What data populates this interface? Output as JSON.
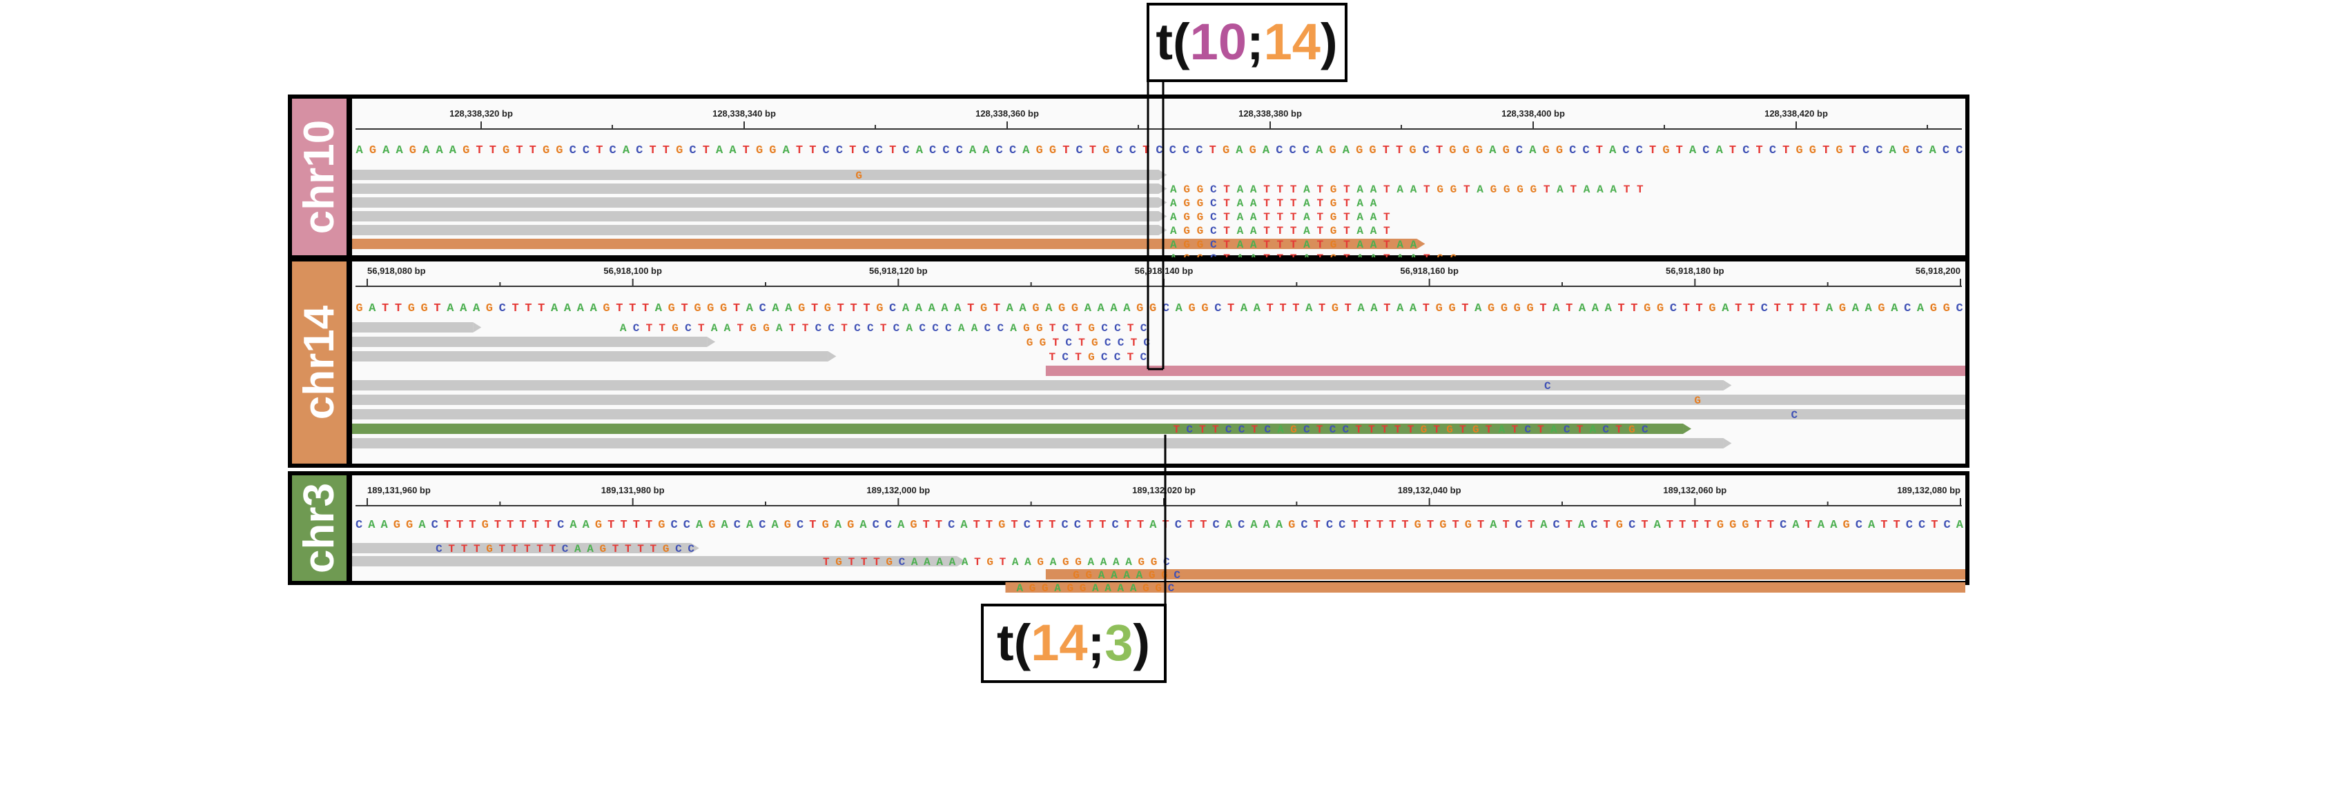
{
  "colors": {
    "base_A": "#4caf50",
    "base_C": "#3f51b5",
    "base_G": "#e67e22",
    "base_T": "#e53935",
    "read_gray": "#c8c8c8",
    "read_pink": "#d4899b",
    "read_orange": "#d98e5a",
    "read_green": "#6f9a52",
    "label_chr10_bg": "#d690a3",
    "label_chr14_bg": "#d9915c",
    "label_chr3_bg": "#6f9a52",
    "callout_chr10_color": "#b5549a",
    "callout_chr14_color": "#f39c4a",
    "callout_chr3_color": "#8fbf5a"
  },
  "callouts": {
    "top": {
      "prefix": "t(",
      "a": "10",
      "sep": ";",
      "b": "14",
      "suffix": ")"
    },
    "bottom": {
      "prefix": "t(",
      "a": "14",
      "sep": ";",
      "b": "3",
      "suffix": ")"
    }
  },
  "panels": [
    {
      "id": "chr10",
      "label": "chr10",
      "label_color_key": "label_chr10_bg",
      "ruler": [
        "128,338,320 bp",
        "128,338,340 bp",
        "128,338,360 bp",
        "128,338,380 bp",
        "128,338,400 bp",
        "128,338,420 bp"
      ],
      "reference": "AGAAGAAAGTTGTTGGCCTCACTTGCTAATGGATTCCTCCTCACCCAACCAGGTCTGCCTCCCCTGAGACCCAGAGGTTGCTGGGAGCAGGCCTACCTGTACATCTCTGGTGTCCAGCACC",
      "reads": [
        {
          "color": "read_gray",
          "start_frac": 0.0,
          "end_frac": 0.5,
          "seq": "G",
          "seq_frac": 0.31
        },
        {
          "color": "read_gray",
          "start_frac": 0.0,
          "end_frac": 0.5,
          "seq": "AGGCTAATTTATGTAATAATGGTAGGGGTATAAATT",
          "seq_frac": 0.505
        },
        {
          "color": "read_gray",
          "start_frac": 0.0,
          "end_frac": 0.5,
          "seq": "AGGCTAATTTATGTAA",
          "seq_frac": 0.505
        },
        {
          "color": "read_gray",
          "start_frac": 0.0,
          "end_frac": 0.5,
          "seq": "AGGCTAATTTATGTAAT",
          "seq_frac": 0.505
        },
        {
          "color": "read_gray",
          "start_frac": 0.0,
          "end_frac": 0.5,
          "seq": "AGGCTAATTTATGTAAT",
          "seq_frac": 0.505
        },
        {
          "color": "read_orange",
          "start_frac": 0.0,
          "end_frac": 0.66,
          "seq": "AGGCTAATTTATGTAATAA",
          "seq_frac": 0.505
        },
        {
          "color": "read_gray",
          "start_frac": 0.0,
          "end_frac": 0.0,
          "seq": "AGGCTAATTTATGTAATAATGG",
          "seq_frac": 0.505
        }
      ]
    },
    {
      "id": "chr14",
      "label": "chr14",
      "label_color_key": "label_chr14_bg",
      "ruler": [
        "56,918,080 bp",
        "56,918,100 bp",
        "56,918,120 bp",
        "56,918,140 bp",
        "56,918,160 bp",
        "56,918,180 bp",
        "56,918,200"
      ],
      "reference": "GATTGGTAAAGCTTTAAAAGTTTAGTGGGTACAAGTGTTTGCAAAAATGTAAGAGGAAAAGGCAGGCTAATTTATGTAATAATGGTAGGGGTATAAATTGGCTTGATTCTTTTAGAAGACAGGC",
      "reads": [
        {
          "color": "read_gray",
          "start_frac": 0.0,
          "end_frac": 0.075,
          "seq": "ACTTGCTAATGGATTCCTCCTCACCCAACCAGGTCTGCCTC",
          "seq_frac": 0.164
        },
        {
          "color": "read_gray",
          "start_frac": 0.0,
          "end_frac": 0.22,
          "seq": "GGTCTGCCTC",
          "seq_frac": 0.416
        },
        {
          "color": "read_gray",
          "start_frac": 0.0,
          "end_frac": 0.295,
          "seq": "TCTGCCTC",
          "seq_frac": 0.43
        },
        {
          "color": "read_pink",
          "start_frac": 0.43,
          "end_frac": 1.0,
          "seq": "",
          "seq_frac": 0.0
        },
        {
          "color": "read_gray",
          "start_frac": 0.0,
          "end_frac": 0.85,
          "seq": "C",
          "seq_frac": 0.737
        },
        {
          "color": "read_gray",
          "start_frac": 0.0,
          "end_frac": 1.0,
          "seq": "G",
          "seq_frac": 0.83
        },
        {
          "color": "read_gray",
          "start_frac": 0.0,
          "end_frac": 1.0,
          "seq": "C",
          "seq_frac": 0.89
        },
        {
          "color": "read_green",
          "start_frac": 0.0,
          "end_frac": 0.825,
          "seq": "TCTTCCTCAGCTCCTTTTTGTGTGTATCTACTACTGC",
          "seq_frac": 0.507
        },
        {
          "color": "read_gray",
          "start_frac": 0.0,
          "end_frac": 0.85,
          "seq": "",
          "seq_frac": 0.0
        }
      ]
    },
    {
      "id": "chr3",
      "label": "chr3",
      "label_color_key": "label_chr3_bg",
      "ruler": [
        "189,131,960 bp",
        "189,131,980 bp",
        "189,132,000 bp",
        "189,132,020 bp",
        "189,132,040 bp",
        "189,132,060 bp",
        "189,132,080 bp"
      ],
      "reference": "CAAGGACTTTGTTTTTCAAGTTTTGCCAGACACAGCTGAGACCAGTTCATTGTCTTCCTTCTTATCTTCACAAAGCTCCTTTTTGTGTGTATCTACTACTGCTATTTTGGGTTCATAAGCATTCCTCA",
      "reads": [
        {
          "color": "read_gray",
          "start_frac": 0.0,
          "end_frac": 0.21,
          "seq": "CTTTGTTTTTCAAGTTTTGCC",
          "seq_frac": 0.05
        },
        {
          "color": "read_gray",
          "start_frac": 0.0,
          "end_frac": 0.375,
          "seq": "TGTTTGCAAAAATGTAAGAGGAAAAGGC",
          "seq_frac": 0.29
        },
        {
          "color": "read_orange",
          "start_frac": 0.43,
          "end_frac": 1.0,
          "seq": "GGAAAAGGC",
          "seq_frac": 0.445
        },
        {
          "color": "read_orange",
          "start_frac": 0.405,
          "end_frac": 1.0,
          "seq": "AGGAGGAAAAGGC",
          "seq_frac": 0.41
        }
      ]
    }
  ]
}
